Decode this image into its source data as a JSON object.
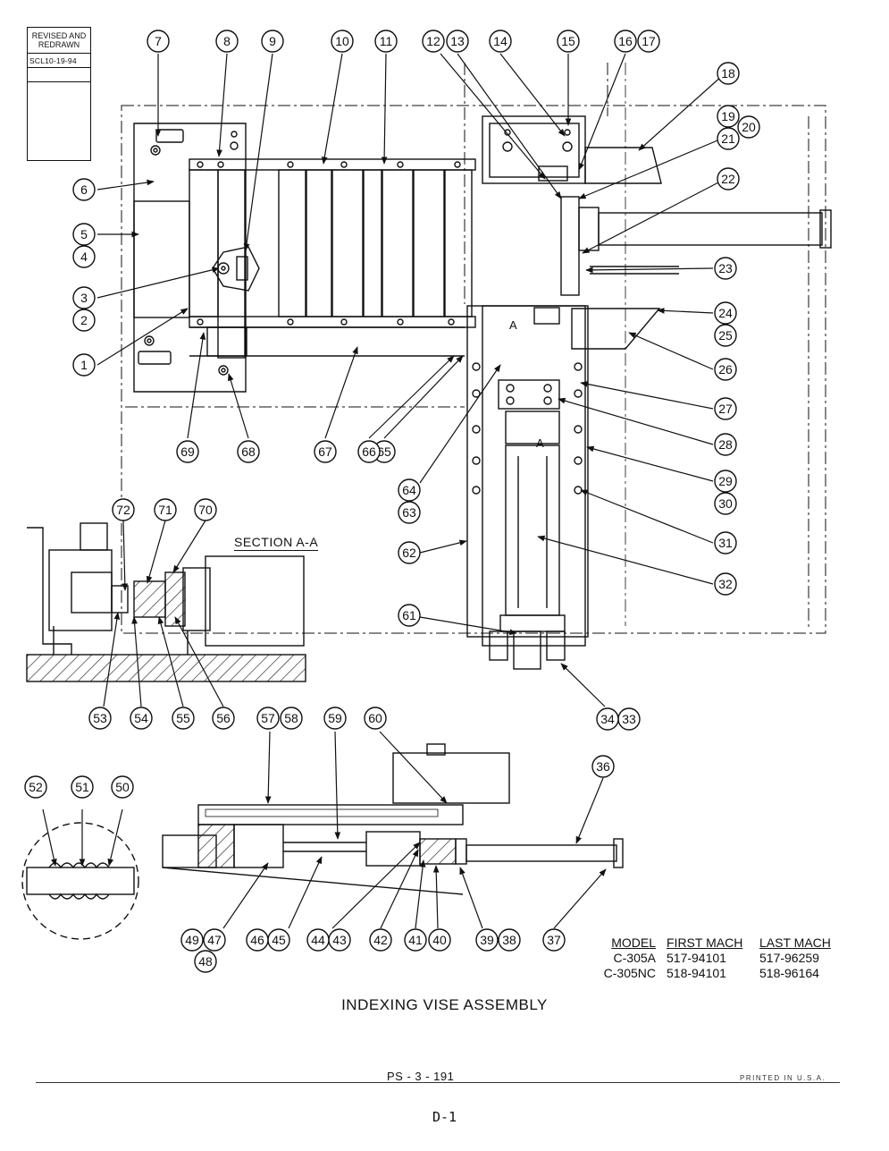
{
  "revision": {
    "line1": "REVISED AND",
    "line2": "REDRAWN",
    "stamp": "SCL10-19-94"
  },
  "section_label": "SECTION A-A",
  "section_marker": "A",
  "callouts": [
    {
      "n": "1"
    },
    {
      "n": "2"
    },
    {
      "n": "3"
    },
    {
      "n": "4"
    },
    {
      "n": "5"
    },
    {
      "n": "6"
    },
    {
      "n": "7"
    },
    {
      "n": "8"
    },
    {
      "n": "9"
    },
    {
      "n": "10"
    },
    {
      "n": "11"
    },
    {
      "n": "12"
    },
    {
      "n": "13"
    },
    {
      "n": "14"
    },
    {
      "n": "15"
    },
    {
      "n": "16"
    },
    {
      "n": "17"
    },
    {
      "n": "18"
    },
    {
      "n": "19"
    },
    {
      "n": "20"
    },
    {
      "n": "21"
    },
    {
      "n": "22"
    },
    {
      "n": "23"
    },
    {
      "n": "24"
    },
    {
      "n": "25"
    },
    {
      "n": "26"
    },
    {
      "n": "27"
    },
    {
      "n": "28"
    },
    {
      "n": "29"
    },
    {
      "n": "30"
    },
    {
      "n": "31"
    },
    {
      "n": "32"
    },
    {
      "n": "33"
    },
    {
      "n": "34"
    },
    {
      "n": "36"
    },
    {
      "n": "37"
    },
    {
      "n": "38"
    },
    {
      "n": "39"
    },
    {
      "n": "40"
    },
    {
      "n": "41"
    },
    {
      "n": "42"
    },
    {
      "n": "43"
    },
    {
      "n": "44"
    },
    {
      "n": "45"
    },
    {
      "n": "46"
    },
    {
      "n": "47"
    },
    {
      "n": "48"
    },
    {
      "n": "49"
    },
    {
      "n": "50"
    },
    {
      "n": "51"
    },
    {
      "n": "52"
    },
    {
      "n": "53"
    },
    {
      "n": "54"
    },
    {
      "n": "55"
    },
    {
      "n": "56"
    },
    {
      "n": "57"
    },
    {
      "n": "58"
    },
    {
      "n": "59"
    },
    {
      "n": "60"
    },
    {
      "n": "61"
    },
    {
      "n": "62"
    },
    {
      "n": "63"
    },
    {
      "n": "64"
    },
    {
      "n": "65"
    },
    {
      "n": "66"
    },
    {
      "n": "67"
    },
    {
      "n": "68"
    },
    {
      "n": "69"
    },
    {
      "n": "70"
    },
    {
      "n": "71"
    },
    {
      "n": "72"
    }
  ],
  "model_table": {
    "headers": [
      "MODEL",
      "FIRST MACH",
      "LAST MACH"
    ],
    "rows": [
      [
        "C-305A",
        "517-94101",
        "517-96259"
      ],
      [
        "C-305NC",
        "518-94101",
        "518-96164"
      ]
    ]
  },
  "title": "INDEXING VISE ASSEMBLY",
  "page_code": "PS - 3 - 191",
  "printed_note": "PRINTED IN U.S.A.",
  "page_number": "D-1"
}
